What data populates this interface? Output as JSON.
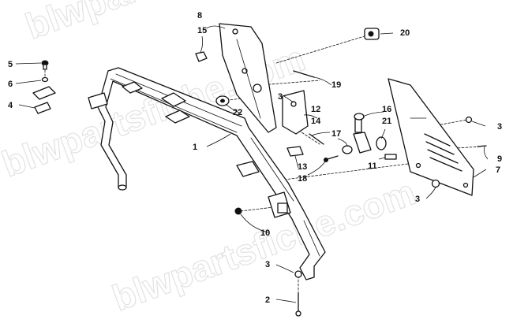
{
  "watermark": "blwpartsfiche.com",
  "callouts": [
    {
      "id": "c1",
      "label": "1"
    },
    {
      "id": "c2",
      "label": "2"
    },
    {
      "id": "c3a",
      "label": "3"
    },
    {
      "id": "c3b",
      "label": "3"
    },
    {
      "id": "c3c",
      "label": "3"
    },
    {
      "id": "c3d",
      "label": "3"
    },
    {
      "id": "c4",
      "label": "4"
    },
    {
      "id": "c5",
      "label": "5"
    },
    {
      "id": "c6",
      "label": "6"
    },
    {
      "id": "c7",
      "label": "7"
    },
    {
      "id": "c8",
      "label": "8"
    },
    {
      "id": "c9",
      "label": "9"
    },
    {
      "id": "c10",
      "label": "10"
    },
    {
      "id": "c11",
      "label": "11"
    },
    {
      "id": "c12",
      "label": "12"
    },
    {
      "id": "c13",
      "label": "13"
    },
    {
      "id": "c14",
      "label": "14"
    },
    {
      "id": "c15",
      "label": "15"
    },
    {
      "id": "c16",
      "label": "16"
    },
    {
      "id": "c17",
      "label": "17"
    },
    {
      "id": "c18",
      "label": "18"
    },
    {
      "id": "c19",
      "label": "19"
    },
    {
      "id": "c20",
      "label": "20"
    },
    {
      "id": "c21",
      "label": "21"
    },
    {
      "id": "c22",
      "label": "22"
    }
  ]
}
